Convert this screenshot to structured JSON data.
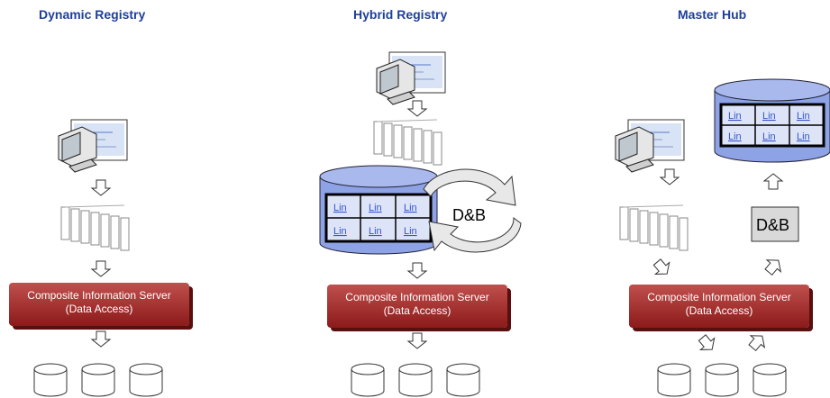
{
  "columns": [
    {
      "title": "Dynamic Registry",
      "server": {
        "line1": "Composite Information Server",
        "line2": "(Data Access)"
      }
    },
    {
      "title": "Hybrid Registry",
      "server": {
        "line1": "Composite Information Server",
        "line2": "(Data Access)"
      },
      "grid_cells": [
        "Lin",
        "Lin",
        "Lin",
        "Lin",
        "Lin",
        "Lin"
      ],
      "external_source": "D&B"
    },
    {
      "title": "Master Hub",
      "server": {
        "line1": "Composite Information Server",
        "line2": "(Data Access)"
      },
      "grid_cells": [
        "Lin",
        "Lin",
        "Lin",
        "Lin",
        "Lin",
        "Lin"
      ],
      "external_source": "D&B"
    }
  ],
  "colors": {
    "title": "#1f3f99",
    "server": "#a52a2a",
    "hub_cylinder": "#8ea3e6",
    "link": "#3355cc"
  }
}
